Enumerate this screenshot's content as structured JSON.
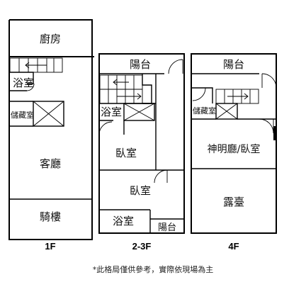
{
  "floors": {
    "f1": {
      "label": "1F",
      "rooms": {
        "kitchen": "廚房",
        "bathroom": "浴室",
        "storage": "儲藏室",
        "living": "客廳",
        "arcade": "騎樓"
      }
    },
    "f23": {
      "label": "2-3F",
      "rooms": {
        "balcony_top": "陽台",
        "bathroom_top": "浴室",
        "bedroom_1": "臥室",
        "bedroom_2": "臥室",
        "bathroom_bottom": "浴室",
        "balcony_bottom": "陽台"
      }
    },
    "f4": {
      "label": "4F",
      "rooms": {
        "balcony": "陽台",
        "storage": "儲藏室",
        "shrine_bedroom": "神明廳/臥室",
        "terrace": "露臺"
      }
    }
  },
  "footnote": "*此格局僅供參考，實際依現場為主"
}
